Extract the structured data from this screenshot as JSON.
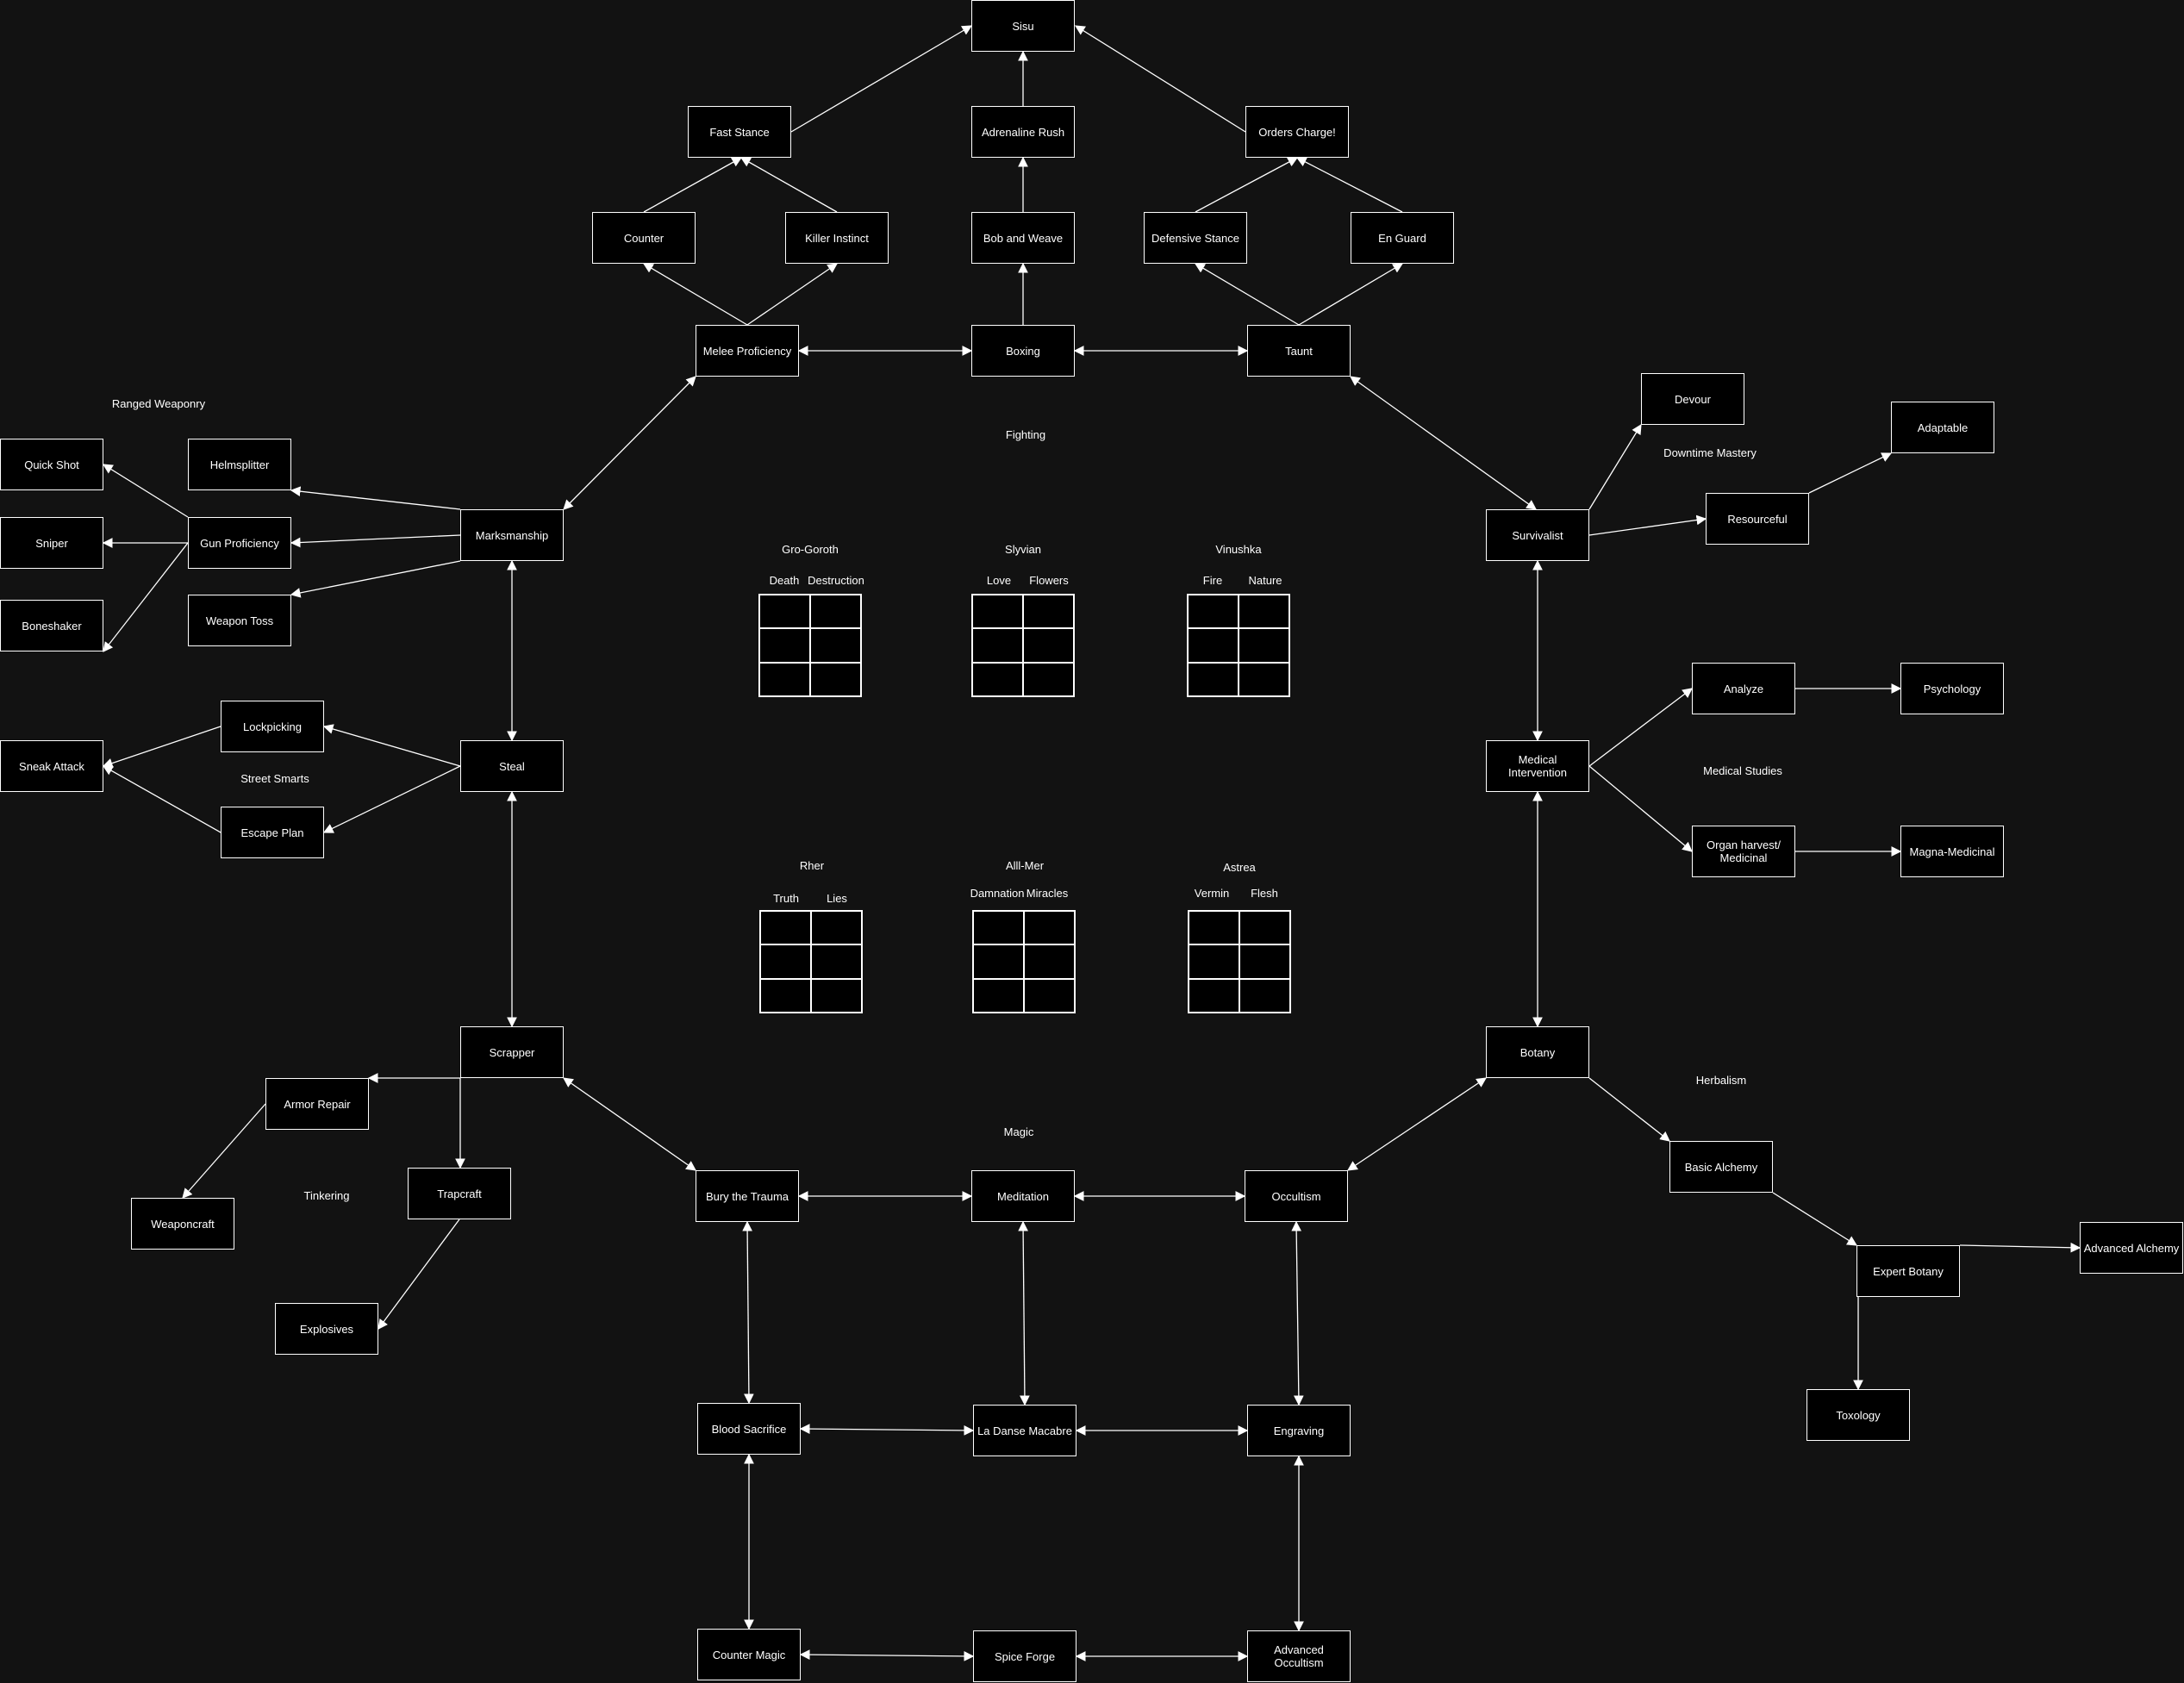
{
  "colors": {
    "background": "#121212",
    "node_fill": "#000000",
    "stroke": "#ffffff",
    "text": "#ffffff"
  },
  "section_labels": {
    "ranged_weaponry": "Ranged Weaponry",
    "fighting": "Fighting",
    "downtime_mastery": "Downtime Mastery",
    "street_smarts": "Street Smarts",
    "medical_studies": "Medical Studies",
    "herbalism": "Herbalism",
    "magic": "Magic",
    "tinkering": "Tinkering"
  },
  "nodes": {
    "sisu": "Sisu",
    "fast_stance": "Fast Stance",
    "adrenaline_rush": "Adrenaline Rush",
    "orders_charge": "Orders Charge!",
    "counter": "Counter",
    "killer_instinct": "Killer Instinct",
    "bob_and_weave": "Bob and Weave",
    "defensive_stance": "Defensive Stance",
    "en_guard": "En Guard",
    "melee_proficiency": "Melee Proficiency",
    "boxing": "Boxing",
    "taunt": "Taunt",
    "devour": "Devour",
    "adaptable": "Adaptable",
    "resourceful": "Resourceful",
    "survivalist": "Survivalist",
    "quick_shot": "Quick Shot",
    "helmsplitter": "Helmsplitter",
    "sniper": "Sniper",
    "gun_proficiency": "Gun Proficiency",
    "marksmanship": "Marksmanship",
    "boneshaker": "Boneshaker",
    "weapon_toss": "Weapon Toss",
    "lockpicking": "Lockpicking",
    "sneak_attack": "Sneak Attack",
    "steal": "Steal",
    "escape_plan": "Escape Plan",
    "analyze": "Analyze",
    "psychology": "Psychology",
    "medical_intervention": "Medical Intervention",
    "organ_harvest": "Organ harvest/ Medicinal",
    "magna_medicinal": "Magna-Medicinal",
    "scrapper": "Scrapper",
    "botany": "Botany",
    "armor_repair": "Armor Repair",
    "weaponcraft": "Weaponcraft",
    "trapcraft": "Trapcraft",
    "explosives": "Explosives",
    "bury_the_trauma": "Bury  the Trauma",
    "meditation": "Meditation",
    "occultism": "Occultism",
    "basic_alchemy": "Basic Alchemy",
    "expert_botany": "Expert Botany",
    "advanced_alchemy": "Advanced Alchemy",
    "toxology": "Toxology",
    "blood_sacrifice": "Blood Sacrifice",
    "la_danse_macabre": "La Danse Macabre",
    "engraving": "Engraving",
    "counter_magic": "Counter Magic",
    "spice_forge": "Spice Forge",
    "advanced_occultism": "Advanced Occultism"
  },
  "deities": {
    "gro_goroth": {
      "name": "Gro-Goroth",
      "left": "Death",
      "right": "Destruction"
    },
    "slyvian": {
      "name": "Slyvian",
      "left": "Love",
      "right": "Flowers"
    },
    "vinushka": {
      "name": "Vinushka",
      "left": "Fire",
      "right": "Nature"
    },
    "rher": {
      "name": "Rher",
      "left": "Truth",
      "right": "Lies"
    },
    "alll_mer": {
      "name": "Alll-Mer",
      "left": "Damnation",
      "right": "Miracles"
    },
    "astrea": {
      "name": "Astrea",
      "left": "Vermin",
      "right": "Flesh"
    }
  }
}
